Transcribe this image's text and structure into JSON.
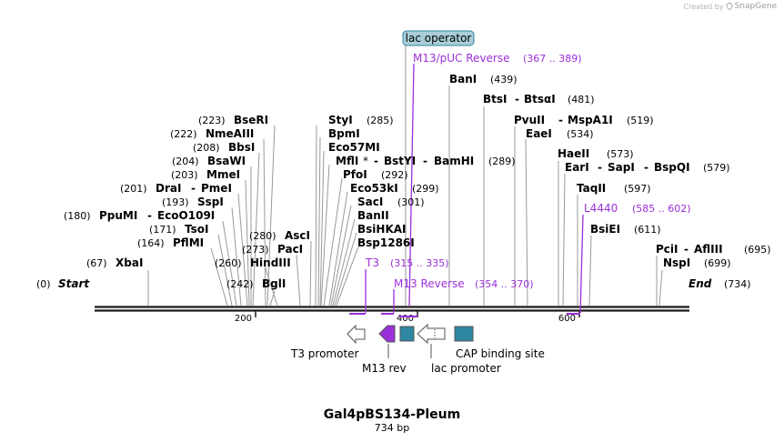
{
  "branding": {
    "created_by": "Created by",
    "product": "SnapGene"
  },
  "title": "Gal4pBS134-Pleum",
  "length_label": "734 bp",
  "sequence_length": 734,
  "ticks": [
    "200",
    "400",
    "600"
  ],
  "ends": [
    {
      "pos": "(0)",
      "name": "Start",
      "side": "left"
    },
    {
      "pos": "(734)",
      "name": "End",
      "side": "right"
    }
  ],
  "primers": [
    {
      "name": "M13/pUC Reverse",
      "range": "(367 .. 389)"
    },
    {
      "name": "T3",
      "range": "(315 .. 335)"
    },
    {
      "name": "M13 Reverse",
      "range": "(354 .. 370)"
    },
    {
      "name": "L4440",
      "range": "(585 .. 602)"
    }
  ],
  "operator_label": "lac operator",
  "left_sites": [
    {
      "pos": "(223)",
      "name": "BseRI"
    },
    {
      "pos": "(222)",
      "name": "NmeAIII"
    },
    {
      "pos": "(208)",
      "name": "BbsI"
    },
    {
      "pos": "(204)",
      "name": "BsaWI"
    },
    {
      "pos": "(203)",
      "name": "MmeI"
    },
    {
      "pos": "(201)",
      "name": "DraI",
      "extra": "PmeI"
    },
    {
      "pos": "(193)",
      "name": "SspI"
    },
    {
      "pos": "(180)",
      "name": "PpuMI",
      "extra": "EcoO109I"
    },
    {
      "pos": "(171)",
      "name": "TsoI"
    },
    {
      "pos": "(164)",
      "name": "PflMI"
    },
    {
      "pos": "(67)",
      "name": "XbaI"
    }
  ],
  "middle_low_sites": [
    {
      "pos": "(280)",
      "name": "AscI"
    },
    {
      "pos": "(273)",
      "name": "PacI"
    },
    {
      "pos": "(260)",
      "name": "HindIII"
    },
    {
      "pos": "(242)",
      "name": "BglI"
    }
  ],
  "cluster_sites": [
    {
      "name": "StyI",
      "pos": "(285)"
    },
    {
      "name": "BpmI"
    },
    {
      "name": "Eco57MI"
    },
    {
      "name": "MflI",
      "mark": "*",
      "extra1": "BstYI",
      "extra2": "BamHI",
      "pos": "(289)"
    },
    {
      "name": "PfoI",
      "pos": "(292)"
    },
    {
      "name": "Eco53kI",
      "pos": "(299)"
    },
    {
      "name": "SacI",
      "pos": "(301)"
    },
    {
      "name": "BanII"
    },
    {
      "name": "BsiHKAI"
    },
    {
      "name": "Bsp1286I"
    }
  ],
  "right_sites": [
    {
      "name": "BanI",
      "pos": "(439)"
    },
    {
      "name": "BtsI",
      "extra": "BtsαI",
      "pos": "(481)"
    },
    {
      "name": "PvuII",
      "extra": "MspA1I",
      "pos": "(519)"
    },
    {
      "name": "EaeI",
      "pos": "(534)"
    },
    {
      "name": "HaeII",
      "pos": "(573)"
    },
    {
      "name": "EarI",
      "extra": "SapI",
      "extra2": "BspQI",
      "pos": "(579)"
    },
    {
      "name": "TaqII",
      "pos": "(597)"
    },
    {
      "name": "BsiEI",
      "pos": "(611)"
    },
    {
      "name": "PciI",
      "extra": "AflIII",
      "pos": "(695)"
    },
    {
      "name": "NspI",
      "pos": "(699)"
    }
  ],
  "features": [
    {
      "name": "T3 promoter",
      "kind": "promoter",
      "direction": "left"
    },
    {
      "name": "M13 rev",
      "kind": "primer_bind",
      "direction": "left"
    },
    {
      "name": "lac operator",
      "kind": "protein_bind"
    },
    {
      "name": "lac promoter",
      "kind": "promoter",
      "direction": "left"
    },
    {
      "name": "CAP binding site",
      "kind": "protein_bind"
    }
  ],
  "colors": {
    "backbone": "#1a1a1a",
    "primer": "#9b30d9",
    "protein_bind": "#2e86a0",
    "operator_fill": "#a9cdd9",
    "promoter_fill": "#ffffff",
    "leader": "#999999",
    "label": "#000000"
  }
}
